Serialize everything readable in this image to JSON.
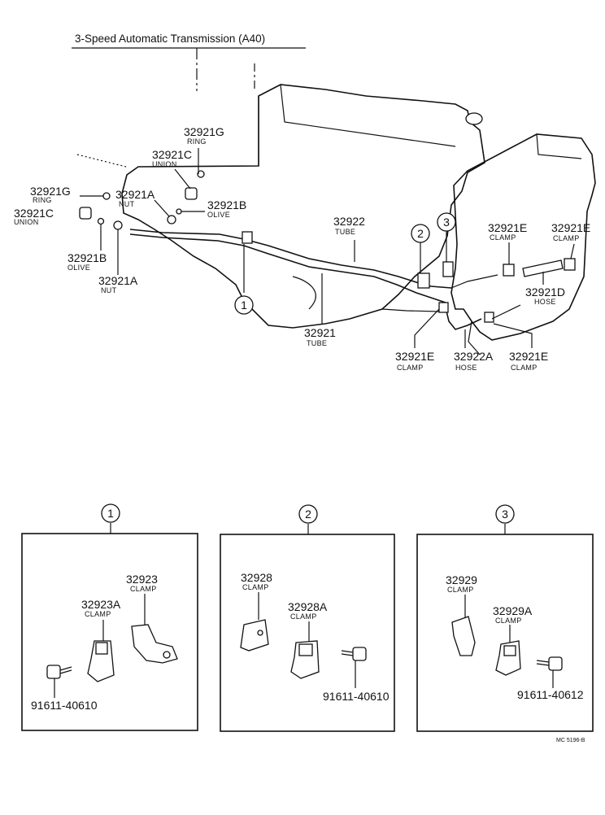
{
  "title": "3-Speed Automatic Transmission (A40)",
  "callouts": [
    "1",
    "2",
    "3"
  ],
  "parts_main": [
    {
      "pn": "32921G",
      "desc": "RING"
    },
    {
      "pn": "32921C",
      "desc": "UNION"
    },
    {
      "pn": "32921G",
      "desc": "RING"
    },
    {
      "pn": "32921A",
      "desc": "NUT"
    },
    {
      "pn": "32921B",
      "desc": "OLIVE"
    },
    {
      "pn": "32921C",
      "desc": "UNION"
    },
    {
      "pn": "32921B",
      "desc": "OLIVE"
    },
    {
      "pn": "32921A",
      "desc": "NUT"
    },
    {
      "pn": "32922",
      "desc": "TUBE"
    },
    {
      "pn": "32921",
      "desc": "TUBE"
    },
    {
      "pn": "32921E",
      "desc": "CLAMP"
    },
    {
      "pn": "32921E",
      "desc": "CLAMP"
    },
    {
      "pn": "32921D",
      "desc": "HOSE"
    },
    {
      "pn": "32921E",
      "desc": "CLAMP"
    },
    {
      "pn": "32922A",
      "desc": "HOSE"
    },
    {
      "pn": "32921E",
      "desc": "CLAMP"
    }
  ],
  "detail_1": {
    "callout": "1",
    "parts": [
      {
        "pn": "32923",
        "desc": "CLAMP"
      },
      {
        "pn": "32923A",
        "desc": "CLAMP"
      },
      {
        "pn": "91611-40610",
        "desc": ""
      }
    ]
  },
  "detail_2": {
    "callout": "2",
    "parts": [
      {
        "pn": "32928",
        "desc": "CLAMP"
      },
      {
        "pn": "32928A",
        "desc": "CLAMP"
      },
      {
        "pn": "91611-40610",
        "desc": ""
      }
    ]
  },
  "detail_3": {
    "callout": "3",
    "parts": [
      {
        "pn": "32929",
        "desc": "CLAMP"
      },
      {
        "pn": "32929A",
        "desc": "CLAMP"
      },
      {
        "pn": "91611-40612",
        "desc": ""
      }
    ]
  },
  "code": "MC 5196-B"
}
